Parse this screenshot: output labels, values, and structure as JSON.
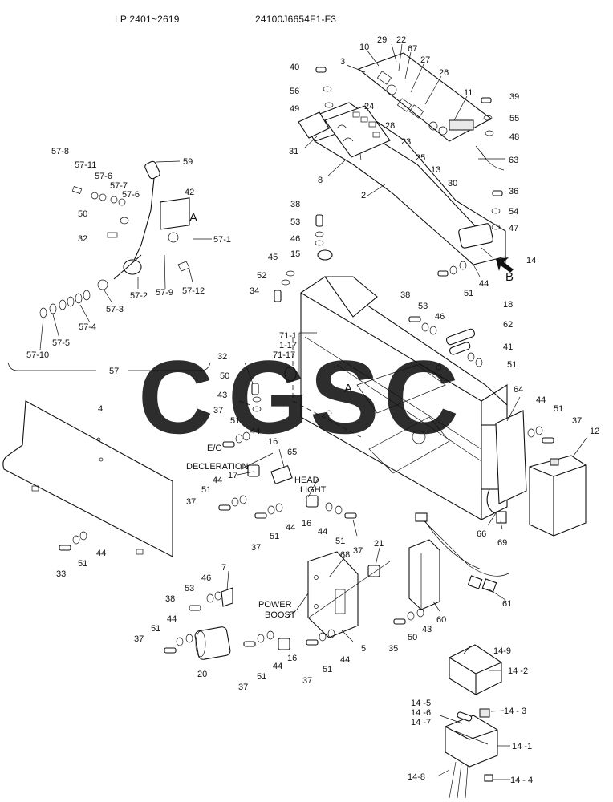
{
  "header": {
    "serial_range": "LP 2401~2619",
    "drawing_number": "24100J6654F1-F3"
  },
  "watermark": {
    "letters": [
      "C",
      "G",
      "S",
      "C"
    ],
    "colors": [
      "#5b8ff0",
      "#ee6a5f",
      "#f6cf4a",
      "#4aaa7a"
    ]
  },
  "annotations": {
    "view_A": "A",
    "view_A2": "A",
    "view_B": "B",
    "eg_line1": "E/G",
    "eg_line2": "DECLERATION",
    "head_line1": "HEAD",
    "head_line2": "LIGHT",
    "power_line1": "POWER",
    "power_line2": "BOOST"
  },
  "callouts": {
    "c3": "3",
    "c10": "10",
    "c29": "29",
    "c22": "22",
    "c67": "67",
    "c27": "27",
    "c40": "40",
    "c56": "56",
    "c49": "49",
    "c24": "24",
    "c26": "26",
    "c11": "11",
    "c39": "39",
    "c55": "55",
    "c48": "48",
    "c28": "28",
    "c23": "23",
    "c25": "25",
    "c13": "13",
    "c30": "30",
    "c63": "63",
    "c31": "31",
    "c8": "8",
    "c36": "36",
    "c54": "54",
    "c47": "47",
    "c2": "2",
    "c14": "14",
    "c57_8": "57-8",
    "c57_11": "57-11",
    "c57_6a": "57-6",
    "c57_7": "57-7",
    "c57_6b": "57-6",
    "c59": "59",
    "c42": "42",
    "c50a": "50",
    "c32a": "32",
    "c57_1": "57-1",
    "c57_2": "57-2",
    "c57_9": "57-9",
    "c57_12": "57-12",
    "c57_3": "57-3",
    "c57_4": "57-4",
    "c57_5": "57-5",
    "c57_10": "57-10",
    "c57": "57",
    "c38a": "38",
    "c53a": "53",
    "c46a": "46",
    "c15": "15",
    "c45": "45",
    "c52": "52",
    "c34": "34",
    "c44a": "44",
    "c51a": "51",
    "c38b": "38",
    "c53b": "53",
    "c46b": "46",
    "c18": "18",
    "c62": "62",
    "c41": "41",
    "c51b": "51",
    "c71_1": "71-1",
    "c1_17": "1-17",
    "c71_17": "71-17",
    "c32b": "32",
    "c50b": "50",
    "c43a": "43",
    "c51c": "51",
    "c37a": "37",
    "c44b": "44",
    "c16a": "16",
    "c65": "65",
    "c17": "17",
    "c64": "64",
    "c44c": "44",
    "c51d": "51",
    "c37b": "37",
    "c12": "12",
    "c4": "4",
    "c44d": "44",
    "c51e": "51",
    "c37c": "37",
    "c44e": "44",
    "c51f": "51",
    "c37d": "37",
    "c16b": "16",
    "c44f": "44",
    "c51g": "51",
    "c37e": "37",
    "c66": "66",
    "c69": "69",
    "c33": "33",
    "c51h": "51",
    "c44g": "44",
    "c7": "7",
    "c68": "68",
    "c21": "21",
    "c53c": "53",
    "c46c": "46",
    "c38c": "38",
    "c44h": "44",
    "c51i": "51",
    "c37f": "37",
    "c20": "20",
    "c37g": "37",
    "c51j": "51",
    "c44i": "44",
    "c16c": "16",
    "c37h": "37",
    "c51k": "51",
    "c44j": "44",
    "c5": "5",
    "c35": "35",
    "c50c": "50",
    "c43b": "43",
    "c60": "60",
    "c61": "61",
    "c14_9": "14-9",
    "c14_2": "14 -2",
    "c14_5": "14 -5",
    "c14_6": "14 -6",
    "c14_7": "14 -7",
    "c14_3": "14 - 3",
    "c14_1": "14 -1",
    "c14_8": "14-8",
    "c14_4": "14 - 4"
  }
}
